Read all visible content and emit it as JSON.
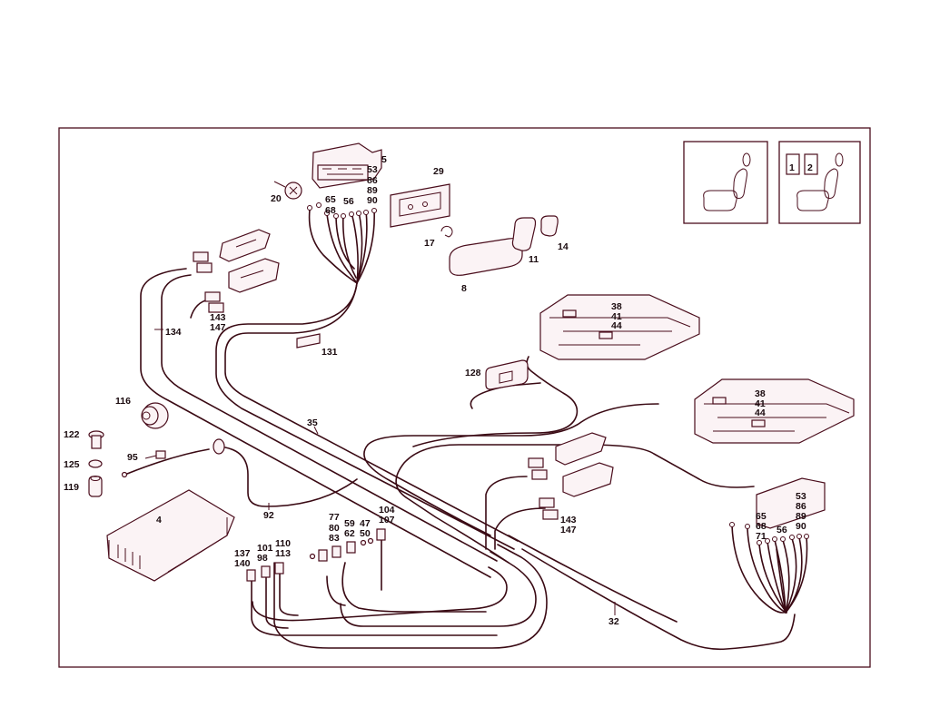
{
  "diagram": {
    "colors": {
      "line": "#4a0d1c",
      "text": "#1a0a0e",
      "background": "#ffffff"
    },
    "labels": {
      "l5": "5",
      "l53a": "53",
      "l86a": "86",
      "l89a": "89",
      "l90a": "90",
      "l65a": "65",
      "l68a": "68",
      "l56a": "56",
      "l20": "20",
      "l29": "29",
      "l17": "17",
      "l11": "11",
      "l14": "14",
      "l8": "8",
      "l38a": "38",
      "l41a": "41",
      "l44a": "44",
      "l38b": "38",
      "l41b": "41",
      "l44b": "44",
      "l134": "134",
      "l143a": "143",
      "l147a": "147",
      "l131": "131",
      "l128": "128",
      "l116": "116",
      "l35": "35",
      "l122": "122",
      "l95": "95",
      "l125": "125",
      "l119": "119",
      "l4": "4",
      "l92": "92",
      "l104": "104",
      "l107": "107",
      "l77": "77",
      "l80": "80",
      "l83": "83",
      "l59": "59",
      "l62": "62",
      "l47": "47",
      "l50": "50",
      "l110": "110",
      "l113": "113",
      "l101": "101",
      "l98": "98",
      "l137": "137",
      "l140": "140",
      "l143b": "143",
      "l147b": "147",
      "l53b": "53",
      "l86b": "86",
      "l89b": "89",
      "l90b": "90",
      "l65b": "65",
      "l68b": "68",
      "l71": "71",
      "l56b": "56",
      "l32": "32",
      "memory1": "1",
      "memory2": "2"
    }
  }
}
